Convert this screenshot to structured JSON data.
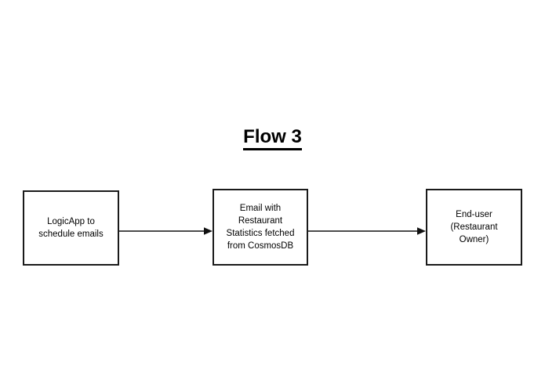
{
  "diagram": {
    "title": "Flow 3",
    "background_color": "#ffffff",
    "stroke_color": "#1a1a1a",
    "text_color": "#000000",
    "nodes": [
      {
        "id": "logicapp",
        "label": "LogicApp to\nschedule emails",
        "shape": "rectangle"
      },
      {
        "id": "email",
        "label": "Email with\nRestaurant\nStatistics fetched\nfrom CosmosDB",
        "shape": "rectangle"
      },
      {
        "id": "enduser",
        "label": "End-user\n(Restaurant\nOwner)",
        "shape": "rectangle"
      }
    ],
    "connectors": [
      {
        "id": "c1",
        "from": "logicapp",
        "to": "email",
        "label": "",
        "style": "solid-arrow"
      },
      {
        "id": "c2",
        "from": "email",
        "to": "enduser",
        "label": "",
        "style": "solid-arrow"
      }
    ]
  }
}
